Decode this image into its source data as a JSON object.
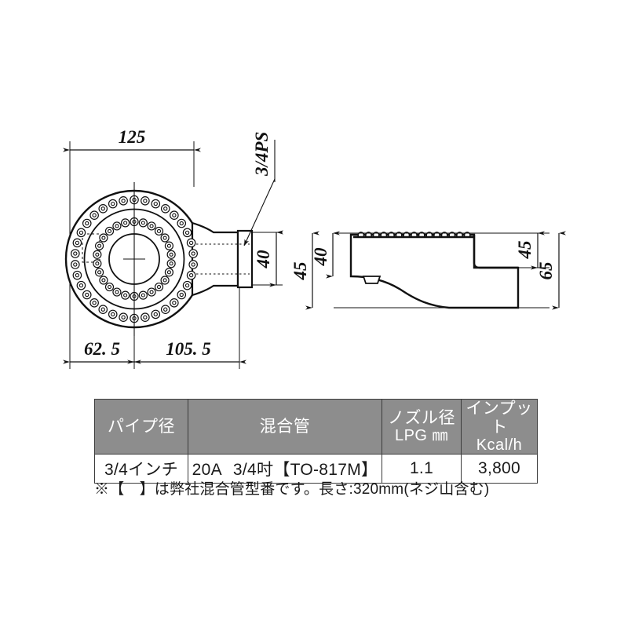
{
  "document": {
    "type": "technical-drawing",
    "title": "Ring burner dimensional drawing with specification table"
  },
  "drawings": {
    "top_view": {
      "name": "burner-top-view",
      "dimensions": {
        "overall_width": "125",
        "left_offset": "62. 5",
        "right_offset": "105. 5",
        "neck_height": "40",
        "thread_callout": "3/4PS"
      },
      "burner_head": {
        "outer_ring_holes": 34,
        "inner_ring_holes": 26,
        "center_mark": "crosshair"
      }
    },
    "side_view": {
      "name": "burner-side-view",
      "dimensions": {
        "body_height": "45",
        "inner_height": "40",
        "step_height": "45",
        "overall_height": "65"
      },
      "top_slots": 15
    }
  },
  "spec_table": {
    "name": "specification-table",
    "headers": [
      {
        "line1": "パイプ径",
        "line2": ""
      },
      {
        "line1": "混合管",
        "line2": ""
      },
      {
        "line1": "ノズル径",
        "line2": "LPG ㎜"
      },
      {
        "line1": "インプット",
        "line2": "Kcal/h"
      }
    ],
    "rows": [
      {
        "pipe_diameter": "3/4インチ",
        "mixing_tube_size": "20A",
        "mixing_tube_spec": "3/4吋【TO-817M】",
        "nozzle_diameter_lpg": "1.1",
        "input_kcal_h": "3,800"
      }
    ],
    "note": "※【　】は弊社混合管型番です。長さ:320mm(ネジ山含む)"
  },
  "colors": {
    "header_bg": "#8d8d8d",
    "header_text": "#ffffff",
    "border": "#3b3b3b",
    "body_text": "#1a1a1a",
    "line": "#111111",
    "page_bg": "#ffffff"
  }
}
